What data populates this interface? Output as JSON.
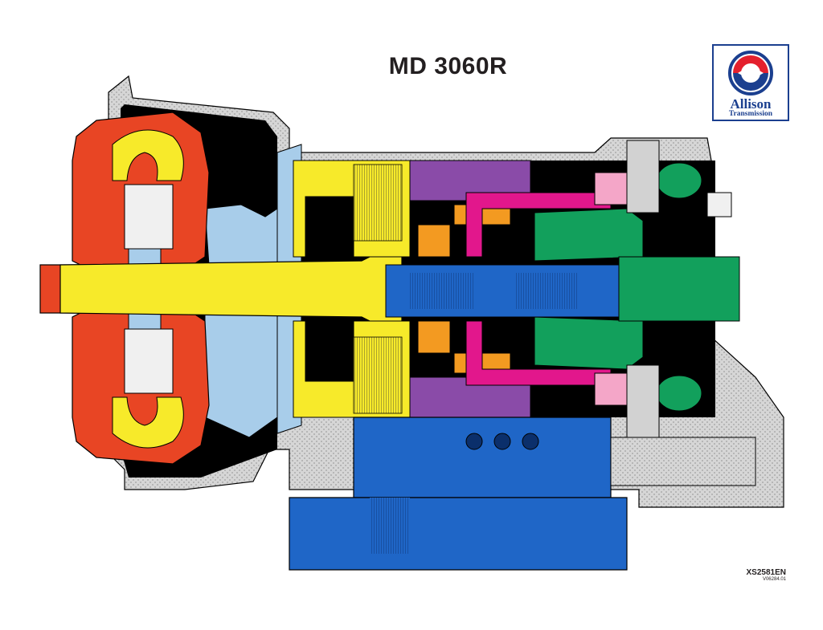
{
  "title": "MD 3060R",
  "logo": {
    "line1": "Allison",
    "line2": "Transmission",
    "colors": {
      "red": "#e4202d",
      "blue": "#1b3f8f"
    }
  },
  "drawing_code": "XS2581EN",
  "drawing_subcode": "V06284.01",
  "palette": {
    "converter_housing": "#e84524",
    "input_yellow": "#f7ea2a",
    "housing_light_blue": "#a8cdea",
    "main_blue": "#1f66c7",
    "purple": "#8a4ba8",
    "magenta": "#e2178c",
    "orange": "#f39a21",
    "green": "#12a05c",
    "pink": "#f4a6c8",
    "gray_case": "#d2d2d2",
    "white_parts": "#f0f0f0",
    "black": "#000000"
  }
}
